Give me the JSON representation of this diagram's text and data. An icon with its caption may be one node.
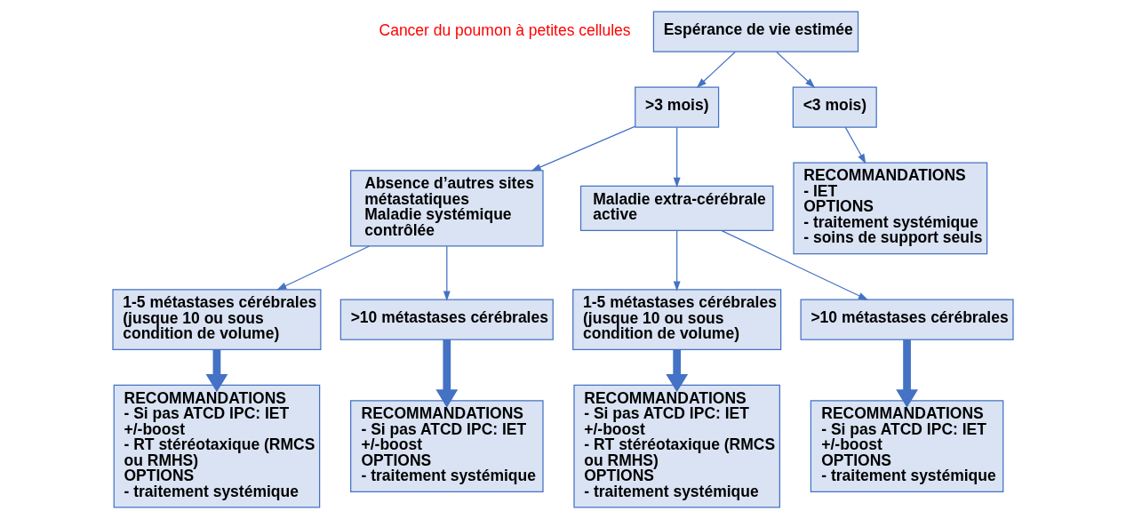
{
  "diagram": {
    "nodes": [
      {
        "text": [
          "Espérance de vie estimée"
        ]
      },
      {
        "text": [
          ">3 mois)"
        ]
      },
      {
        "text": [
          "<3 mois)"
        ]
      },
      {
        "text": [
          "Absence d’autres sites métastatiques",
          "Maladie systémique contrôlée"
        ]
      },
      {
        "text": [
          "Maladie extra-cérébrale active"
        ]
      },
      {
        "text": [
          "1-5 métastases cérébrales (jusque 10 ou sous condition de volume)"
        ]
      },
      {
        "text": [
          ">10 métastases cérébrales"
        ]
      },
      {
        "text": [
          "1-5 métastases cérébrales (jusque 10 ou sous condition de volume)"
        ]
      },
      {
        "text": [
          ">10 métastases cérébrales"
        ]
      },
      {
        "text": [
          "RECOMMANDATIONS",
          "- Si pas ATCD IPC: IET +/-boost",
          "- RT stéréotaxique (RMCS ou RMHS)",
          "OPTIONS",
          "- traitement systémique"
        ]
      },
      {
        "text": [
          "RECOMMANDATIONS",
          "- Si pas ATCD IPC: IET +/-boost",
          "OPTIONS",
          "- traitement systémique"
        ]
      },
      {
        "text": [
          "RECOMMANDATIONS",
          "- Si pas ATCD IPC: IET +/-boost",
          "- RT stéréotaxique (RMCS ou RMHS)",
          "OPTIONS",
          "- traitement systémique"
        ]
      },
      {
        "text": [
          "RECOMMANDATIONS",
          "- Si pas ATCD IPC: IET +/-boost",
          "OPTIONS",
          "- traitement systémique"
        ]
      },
      {
        "text": [
          "RECOMMANDATIONS",
          "- IET",
          "OPTIONS",
          "- traitement systémique",
          "- soins de support seuls"
        ]
      }
    ],
    "edges": [
      {
        "from": 0,
        "to": 1,
        "arrow": "to"
      },
      {
        "from": 0,
        "to": 2,
        "arrow": "to"
      },
      {
        "from": 1,
        "to": 3,
        "arrow": "to"
      },
      {
        "from": 1,
        "to": 4,
        "arrow": "to"
      },
      {
        "from": 3,
        "to": 5,
        "arrow": "to"
      },
      {
        "from": 3,
        "to": 6,
        "arrow": "to"
      },
      {
        "from": 4,
        "to": 7,
        "arrow": "to"
      },
      {
        "from": 4,
        "to": 8,
        "arrow": "to"
      },
      {
        "from": 5,
        "to": 9,
        "arrow": "to",
        "style": "thick"
      },
      {
        "from": 6,
        "to": 10,
        "arrow": "to",
        "style": "thick"
      },
      {
        "from": 7,
        "to": 11,
        "arrow": "to",
        "style": "thick"
      },
      {
        "from": 8,
        "to": 12,
        "arrow": "to",
        "style": "thick"
      },
      {
        "from": 2,
        "to": 13,
        "arrow": "to"
      }
    ],
    "labels": [
      "Cancer du poumon à petites cellules"
    ]
  }
}
